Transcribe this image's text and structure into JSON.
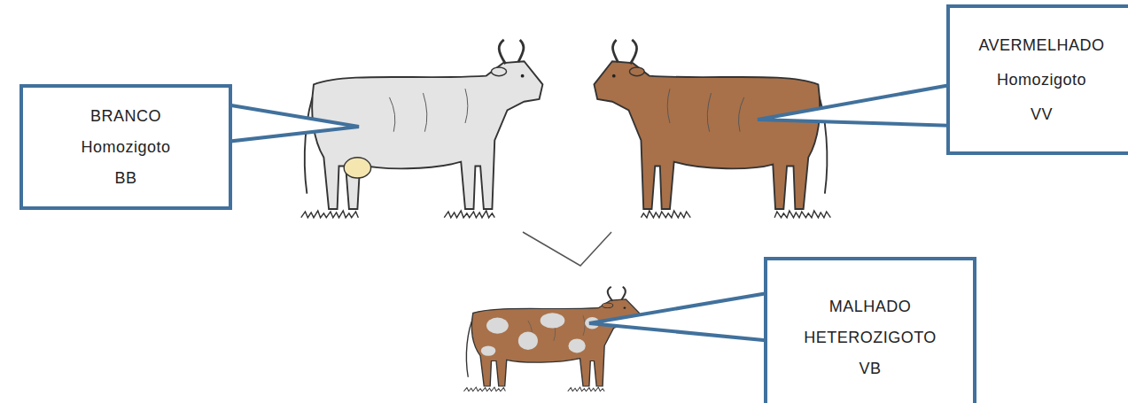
{
  "diagram": {
    "nodes": [
      {
        "text": [
          "BRANCO",
          "Homozigoto",
          "BB"
        ]
      },
      {
        "text": [
          "AVERMELHADO",
          "Homozigoto",
          "VV"
        ]
      },
      {
        "text": [
          "MALHADO",
          "HETEROZIGOTO",
          "VB"
        ]
      }
    ]
  }
}
